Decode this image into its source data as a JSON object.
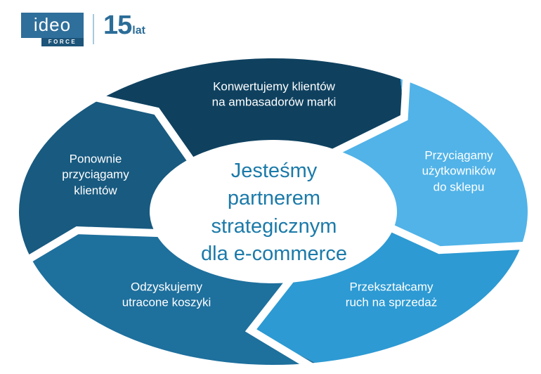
{
  "header": {
    "logo_text": "ideo",
    "logo_sub": "FORCE",
    "anniversary_number": "15",
    "anniversary_unit": "lat"
  },
  "center": {
    "label": "Jesteśmy\npartnerem\nstrategicznym\ndla e-commerce"
  },
  "diagram": {
    "type": "cycle",
    "direction": "clockwise",
    "segments": [
      {
        "id": "top",
        "label": "Konwertujemy klientów\nna ambasadorów marki",
        "color": "#0F415F"
      },
      {
        "id": "right",
        "label": "Przyciągamy\nużytkowników\ndo sklepu",
        "color": "#51B3E8"
      },
      {
        "id": "bottom-right",
        "label": "Przekształcamy\nruch na sprzedaż",
        "color": "#2D9AD3"
      },
      {
        "id": "bottom-left",
        "label": "Odzyskujemy\nutracone koszyki",
        "color": "#1E709D"
      },
      {
        "id": "left",
        "label": "Ponownie\nprzyciągamy\nklientów",
        "color": "#185A80"
      }
    ]
  },
  "colors": {
    "background": "#FFFFFF",
    "center_text": "#1B7AA9",
    "segment_label_text": "#FFFFFF",
    "logo_box_bg": "#2F6F9B",
    "logo_text": "#FFFFFF",
    "logo_force_bg": "#1D5479",
    "separator": "#A9C9DC",
    "anniversary_text": "#2C6D98",
    "gap": "#FFFFFF"
  }
}
